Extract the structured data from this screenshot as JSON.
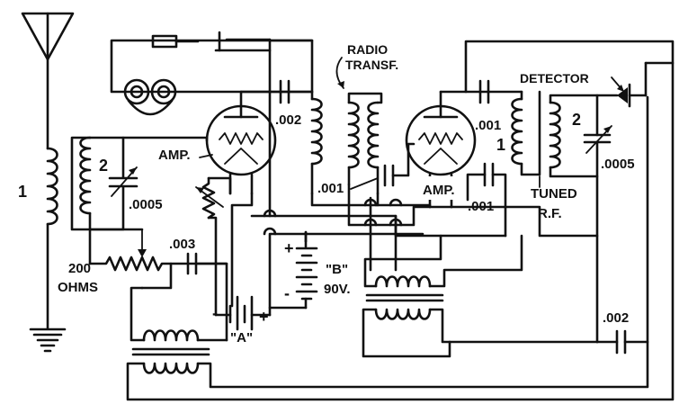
{
  "labels": {
    "antenna_coil_number": "1",
    "input_coil_number": "2",
    "input_condenser": ".0005",
    "potentiometer_line1": "200",
    "potentiometer_line2": "OHMS",
    "grid_condenser": ".003",
    "amp1": "AMP.",
    "amp1_plate_condenser": ".002",
    "radio_transf_line1": "RADIO",
    "radio_transf_line2": "TRANSF.",
    "amp2_grid_condenser": ".001",
    "amp2": "AMP.",
    "amp2_bypass_condenser": ".001",
    "amp2_plate_condenser": ".001",
    "rf_coil_primary_number": "1",
    "rf_coil_secondary_number": "2",
    "detector": "DETECTOR",
    "detector_condenser": ".0005",
    "tuned_line1": "TUNED",
    "tuned_line2": "R.F.",
    "output_condenser": ".002",
    "a_battery_minus": "-",
    "a_battery_plus": "+",
    "a_battery": "\"A\"",
    "b_battery_plus": "+",
    "b_battery_minus": "-",
    "b_battery_line1": "\"B\"",
    "b_battery_line2": "90V."
  }
}
